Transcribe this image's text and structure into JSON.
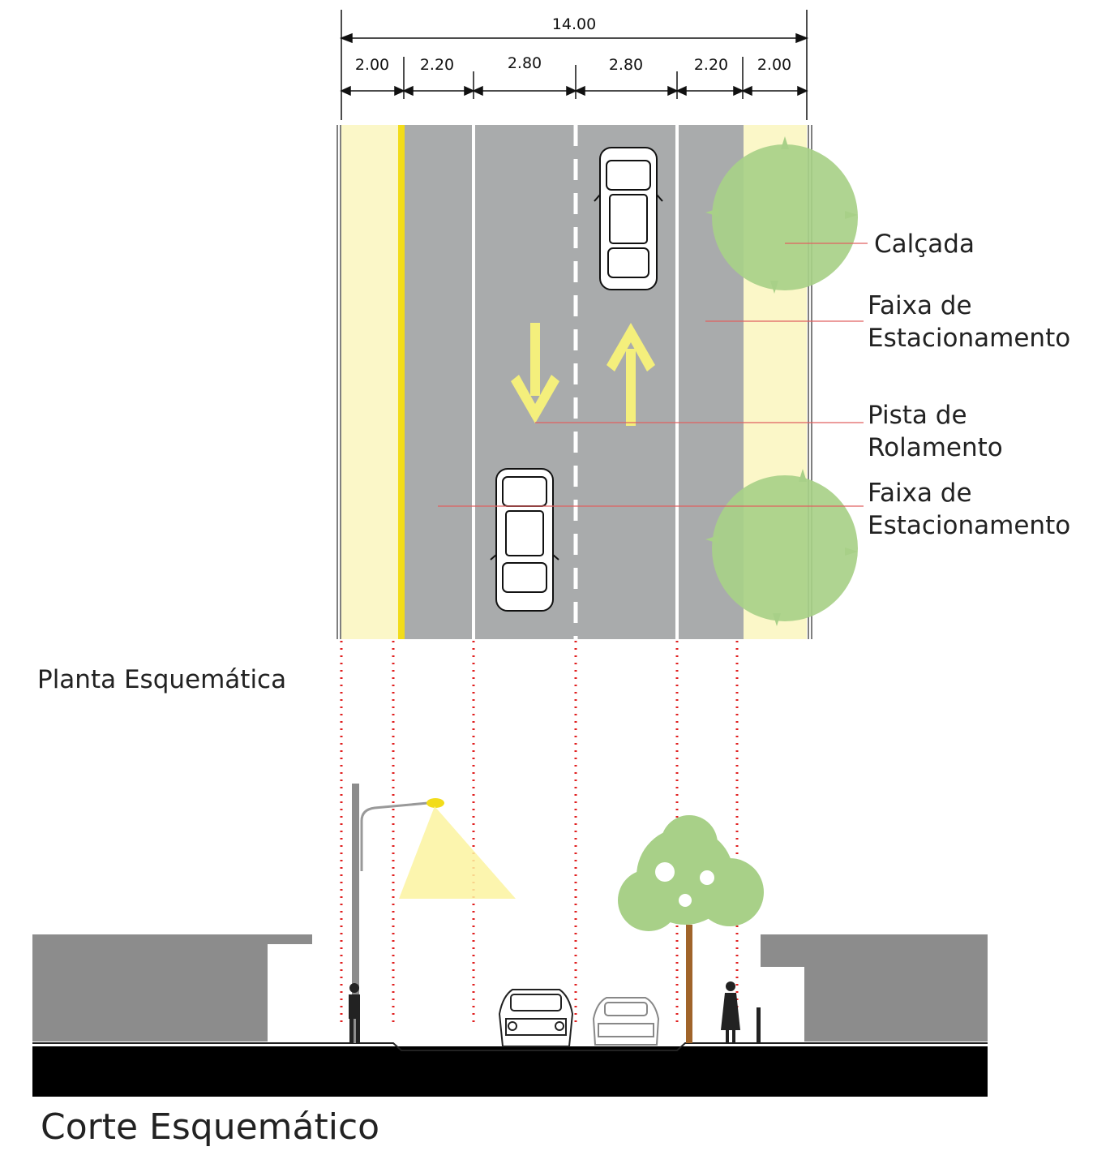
{
  "dimensions": {
    "total": "14.00",
    "segments": [
      "2.00",
      "2.20",
      "2.80",
      "2.80",
      "2.20",
      "2.00"
    ]
  },
  "labels": {
    "calcada": "Calçada",
    "faixa_estac_1_line1": "Faixa de",
    "faixa_estac_1_line2": "Estacionamento",
    "pista_line1": "Pista de",
    "pista_line2": "Rolamento",
    "faixa_estac_2_line1": "Faixa de",
    "faixa_estac_2_line2": "Estacionamento"
  },
  "titles": {
    "plan": "Planta Esquemática",
    "section": "Corte Esquemático"
  },
  "colors": {
    "sidewalk": "#fbf7c8",
    "road": "#a9abac",
    "yellow_line": "#f2dc1a",
    "arrow": "#f4ef7c",
    "tree": "#a8d088",
    "leader": "#e06060",
    "dotted": "#e02020",
    "building": "#8c8c8c",
    "ground": "#000000"
  },
  "icons": [
    "car-top-icon",
    "tree-top-icon",
    "arrow-down-icon",
    "arrow-up-icon",
    "street-lamp-icon",
    "pedestrian-icon",
    "car-front-icon",
    "tree-side-icon"
  ]
}
